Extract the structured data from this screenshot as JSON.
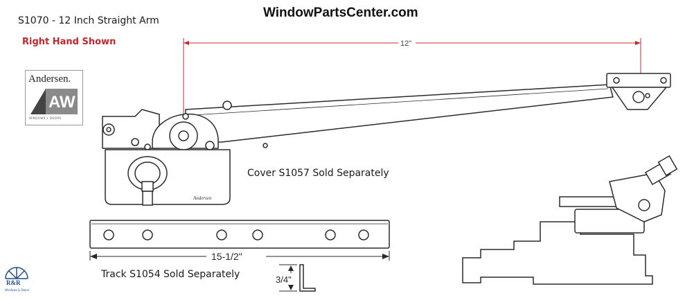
{
  "brand": "WindowPartsCenter.com",
  "title": "S1070 - 12 Inch Straight Arm",
  "hand_note": "Right Hand Shown",
  "logo": {
    "name": "Andersen.",
    "mark": "AW",
    "tagline": "WINDOWS • DOORS"
  },
  "dims": {
    "arm_length": "12\"",
    "track_length": "15-1/2\"",
    "track_height": "3/4\""
  },
  "cover_note": "Cover S1057 Sold Separately",
  "track_note": "Track S1054 Sold Separately",
  "housing_mark": "Andersen",
  "dealer_logo": {
    "name": "R&R",
    "tagline": "Windows & Doors"
  },
  "colors": {
    "dimension_line": "#c0282d",
    "red_text": "#c0282d",
    "line_art": "#2a2a2a"
  }
}
